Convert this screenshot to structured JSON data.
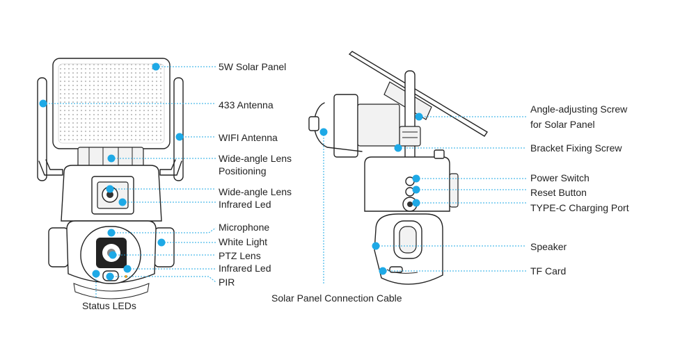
{
  "accent_color": "#1ea9e6",
  "labels": {
    "solar_panel": "5W Solar Panel",
    "antenna_433": "433 Antenna",
    "wifi_antenna": "WIFI Antenna",
    "wide_lens_pos_1": "Wide-angle Lens",
    "wide_lens_pos_2": "Positioning",
    "wide_lens": "Wide-angle Lens",
    "infrared_led_top": "Infrared Led",
    "microphone": "Microphone",
    "white_light": "White Light",
    "ptz_lens": "PTZ Lens",
    "infrared_led_bottom": "Infrared Led",
    "pir": "PIR",
    "status_leds": "Status LEDs",
    "solar_cable": "Solar Panel Connection Cable",
    "angle_screw_1": "Angle-adjusting Screw",
    "angle_screw_2": "for Solar Panel",
    "bracket_screw": "Bracket Fixing Screw",
    "power_switch": "Power Switch",
    "reset_button": "Reset Button",
    "typec_port": "TYPE-C Charging Port",
    "speaker": "Speaker",
    "tf_card": "TF Card"
  }
}
